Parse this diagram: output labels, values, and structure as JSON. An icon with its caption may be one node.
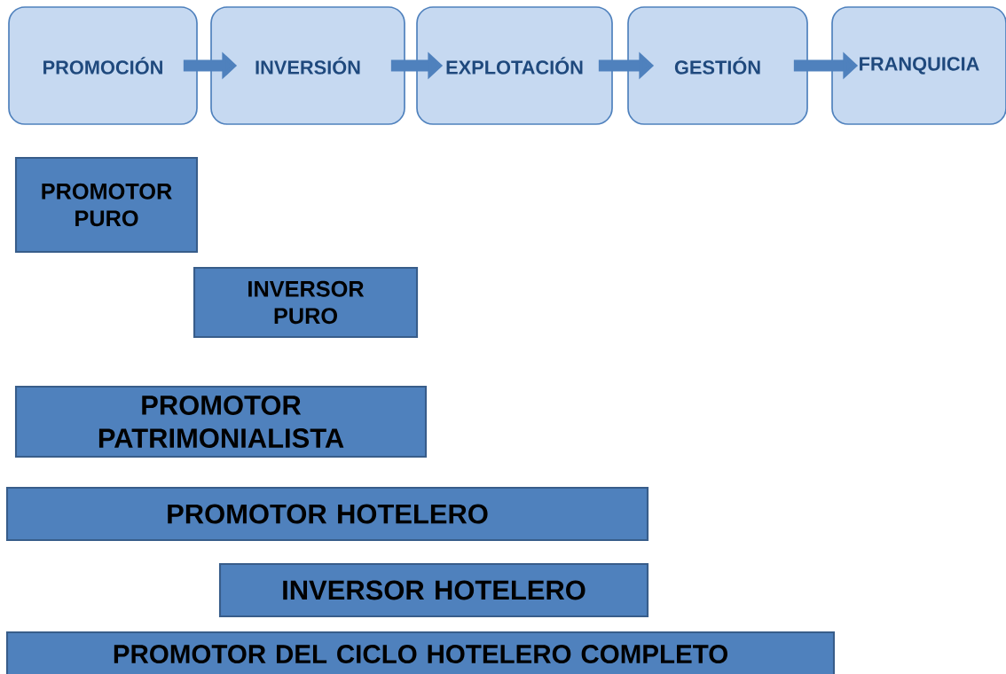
{
  "diagram": {
    "nodes": [
      {
        "text": [
          "PROMOCIÓN"
        ]
      },
      {
        "text": [
          "INVERSIÓN"
        ]
      },
      {
        "text": [
          "EXPLOTACIÓN"
        ]
      },
      {
        "text": [
          "GESTIÓN"
        ]
      },
      {
        "text": [
          "FRANQUICIA"
        ]
      },
      {
        "text": [
          "PROMOTOR PURO"
        ]
      },
      {
        "text": [
          "INVERSOR PURO"
        ]
      },
      {
        "text": [
          "PROMOTOR PATRIMONIALISTA"
        ]
      },
      {
        "text": [
          "PROMOTOR HOTELERO"
        ]
      },
      {
        "text": [
          "INVERSOR HOTELERO"
        ]
      },
      {
        "text": [
          "PROMOTOR DEL CICLO HOTELERO COMPLETO"
        ]
      }
    ],
    "edges": [
      {
        "from": 0,
        "to": 1,
        "arrow": "to"
      },
      {
        "from": 1,
        "to": 2,
        "arrow": "to"
      },
      {
        "from": 2,
        "to": 3,
        "arrow": "to"
      },
      {
        "from": 3,
        "to": 4,
        "arrow": "to"
      }
    ]
  }
}
